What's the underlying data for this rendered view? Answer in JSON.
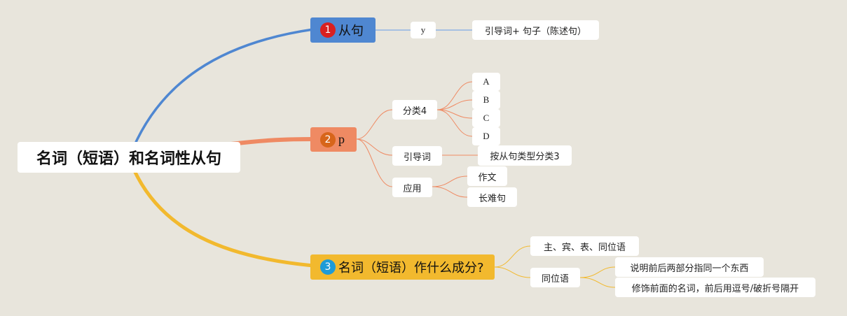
{
  "root": {
    "label": "名词（短语）和名词性从句"
  },
  "branch1": {
    "number": "1",
    "label": "从句",
    "color": "#4f87d1",
    "child": "y",
    "leaf": "引导词+ 句子（陈述句）"
  },
  "branch2": {
    "number": "2",
    "label": "p",
    "color": "#ef8a63",
    "category": {
      "label": "分类4",
      "items": [
        "A",
        "B",
        "C",
        "D"
      ]
    },
    "intro": {
      "label": "引导词",
      "leaf": "按从句类型分类3"
    },
    "usage": {
      "label": "应用",
      "items": [
        "作文",
        "长难句"
      ]
    }
  },
  "branch3": {
    "number": "3",
    "label": "名词（短语）作什么成分?",
    "color": "#f2b92e",
    "roles": "主、宾、表、同位语",
    "appositive": {
      "label": "同位语",
      "items": [
        "说明前后两部分指同一个东西",
        "修饰前面的名词，前后用逗号/破折号隔开"
      ]
    }
  }
}
